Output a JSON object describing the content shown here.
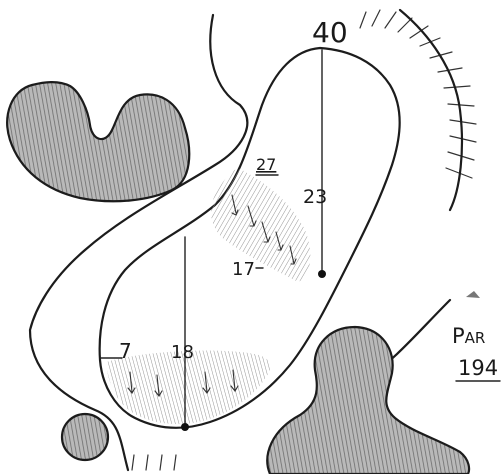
{
  "diagram": {
    "distances": {
      "back": "40",
      "upper_mid": "23",
      "ridge_upper": "27",
      "ridge_lower": "17",
      "front_left": "7",
      "front_mid": "18"
    },
    "corner_text": {
      "line1": "Par",
      "line2": "194"
    },
    "colors": {
      "ink": "#1c1c1c",
      "shading": "#7a7a7a",
      "paper": "#ffffff"
    }
  }
}
